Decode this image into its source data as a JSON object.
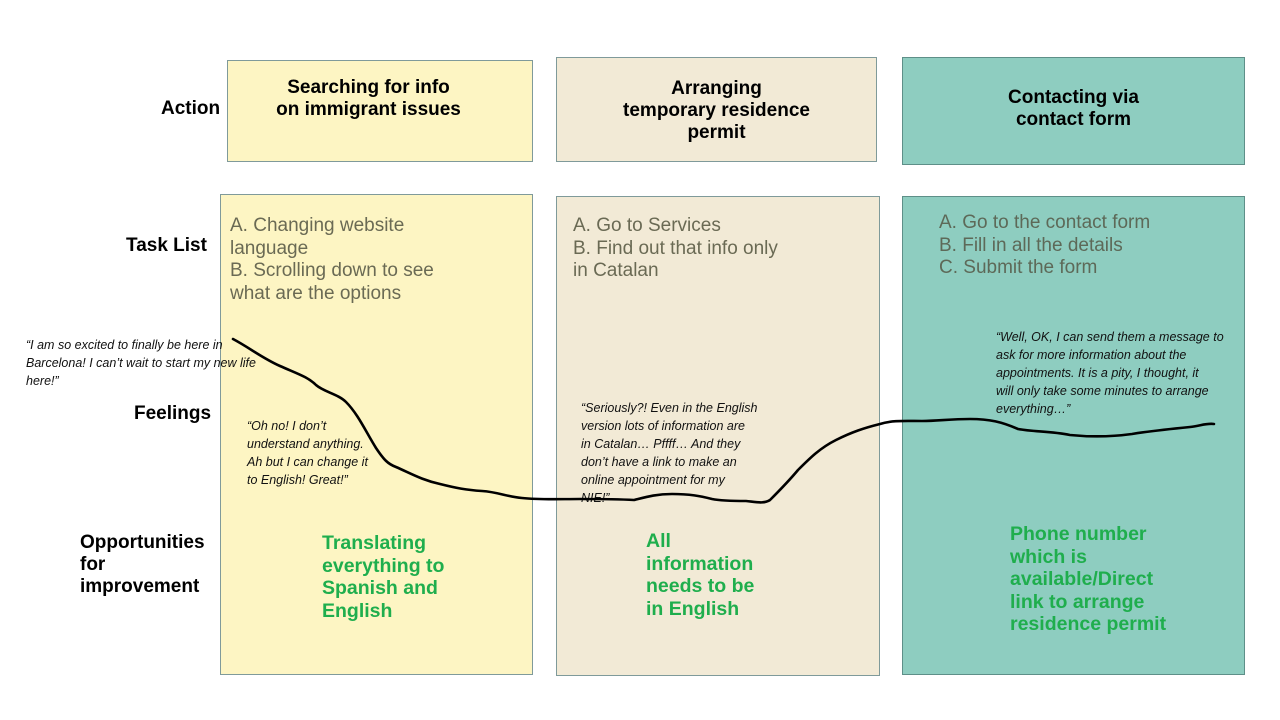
{
  "rows": {
    "action": "Action",
    "task_list": "Task List",
    "feelings": "Feelings",
    "opportunities": [
      "Opportunities",
      "for",
      "improvement"
    ]
  },
  "stages": [
    {
      "action_title": [
        "Searching for info",
        "on immigrant issues"
      ],
      "tasks": [
        "A. Changing website",
        "language",
        "B. Scrolling down to see",
        "what are the options"
      ],
      "quote": [
        "“Oh no! I don’t",
        "understand anything.",
        "Ah but I can change it",
        "to English! Great!”"
      ],
      "opportunity": [
        "Translating",
        "everything to",
        "Spanish and",
        "English"
      ]
    },
    {
      "action_title": [
        "Arranging",
        "temporary residence",
        "permit"
      ],
      "tasks": [
        "A. Go to Services",
        "B. Find out that info only",
        "in Catalan"
      ],
      "quote": [
        "“Seriously?! Even in the English",
        "version lots of information are",
        "in Catalan… Pffff… And they",
        "don’t have a link to make an",
        "online appointment for my",
        "NIE!”"
      ],
      "opportunity": [
        "All",
        "information",
        "needs to be",
        "in English"
      ]
    },
    {
      "action_title": [
        "Contacting via",
        "contact form"
      ],
      "tasks": [
        "A. Go to the contact form",
        "B. Fill in all the details",
        "C. Submit the form"
      ],
      "quote": [
        "“Well, OK, I can send them a message to",
        "ask for more information about the",
        "appointments. It is a pity,  I thought, it",
        "will only take some minutes to arrange",
        "everything…”"
      ],
      "opportunity": [
        "Phone number",
        "which is",
        "available/Direct",
        "link to arrange",
        "residence permit"
      ]
    }
  ],
  "intro_quote": [
    "“I am so excited to finally be here in",
    "Barcelona! I can’t wait to start my new life",
    "here!”"
  ],
  "colors": {
    "yellow": "#fdf5c3",
    "beige": "#f2ead6",
    "teal": "#8ecdc0",
    "opportunity_green": "#1fae4d"
  }
}
